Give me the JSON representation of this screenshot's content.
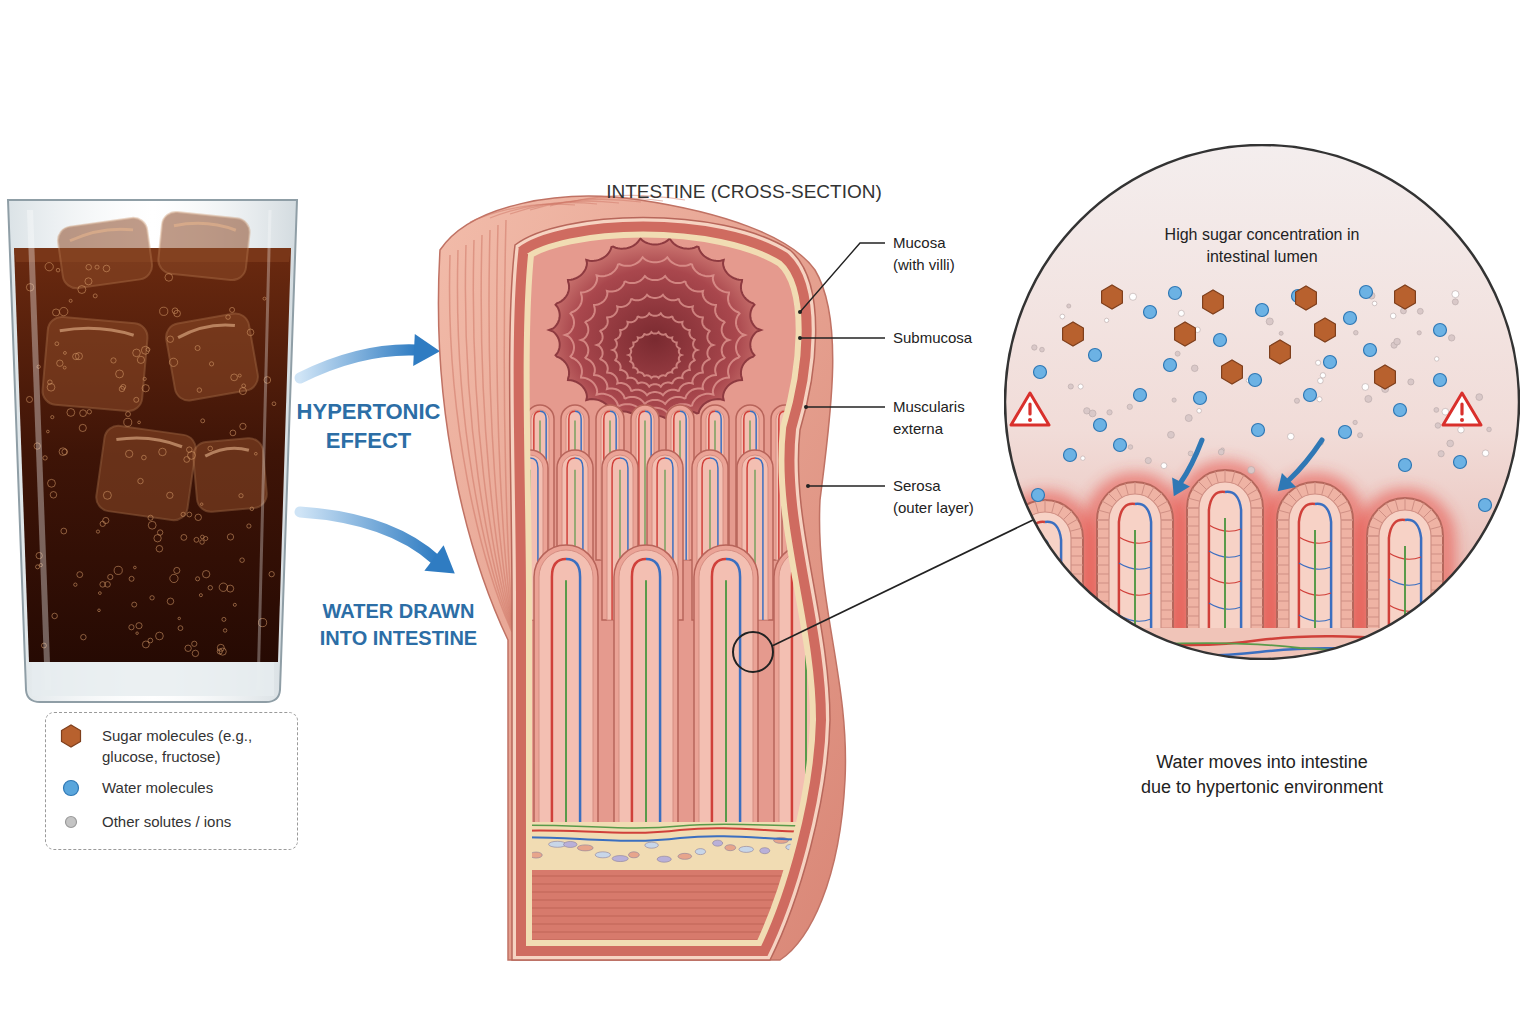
{
  "diagram": {
    "nodes": [
      {
        "text": [
          "High sugar concentration in intestinal lumen",
          "Water moves into intestine due to hypertonic environment"
        ]
      }
    ],
    "labels": [
      "HYPERTONIC EFFECT",
      "WATER DRAWN INTO INTESTINE",
      "INTESTINE (CROSS-SECTION)",
      "Mucosa (with villi)",
      "Submucosa",
      "Muscularis externa",
      "Serosa (outer layer)"
    ],
    "legend": [
      {
        "text": "Sugar molecules (e.g., glucose, fructose)",
        "color": "#b8612e"
      },
      {
        "text": "Water molecules",
        "color": "#5aa6dc"
      },
      {
        "text": "Other solutes / ions",
        "color": "#c4c4c4"
      }
    ]
  }
}
